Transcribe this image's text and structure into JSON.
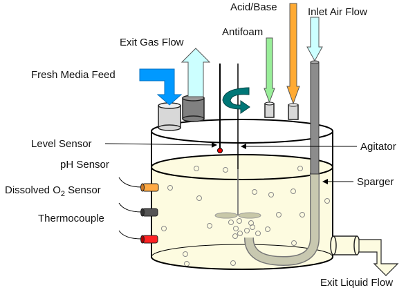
{
  "labels": {
    "exit_gas_flow": "Exit Gas Flow",
    "fresh_media_feed": "Fresh Media Feed",
    "antifoam": "Antifoam",
    "acid_base": "Acid/Base",
    "inlet_air_flow": "Inlet Air Flow",
    "level_sensor": "Level Sensor",
    "agitator": "Agitator",
    "ph_sensor": "pH Sensor",
    "dissolved_o2_prefix": "Dissolved O",
    "dissolved_o2_sub": "2",
    "dissolved_o2_suffix": " Sensor",
    "thermocouple": "Thermocouple",
    "sparger": "Sparger",
    "exit_liquid_flow": "Exit Liquid Flow"
  },
  "colors": {
    "fresh_media": "#0099ff",
    "gas": "#ccffff",
    "antifoam": "#99ee99",
    "acid_base": "#ffaa33",
    "agitator_arrow": "#007777",
    "liquid": "#fdfbe0",
    "ph_sensor": "#ffaa44",
    "do_sensor": "#555555",
    "thermocouple": "#ff2222"
  }
}
